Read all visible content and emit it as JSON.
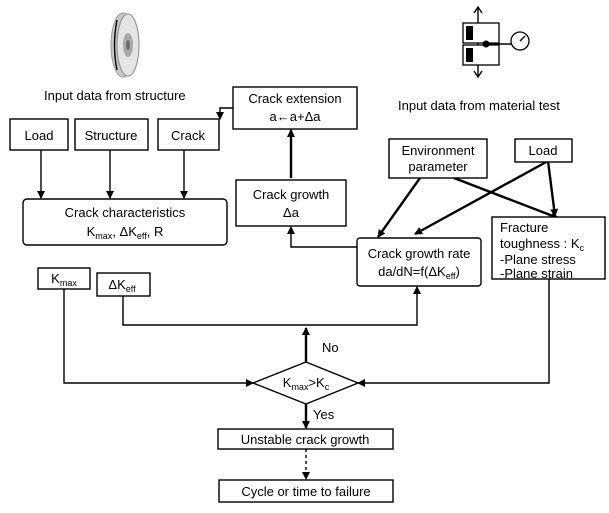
{
  "headings": {
    "structure": "Input data from structure",
    "material": "Input data from material test"
  },
  "boxes": {
    "load_left": "Load",
    "structure": "Structure",
    "crack": "Crack",
    "crack_characteristics": {
      "title": "Crack characteristics",
      "params": "K_max, ΔK_eff, R"
    },
    "crack_extension": {
      "title": "Crack extension",
      "formula": "a←a+Δa"
    },
    "crack_growth": {
      "title": "Crack growth",
      "formula": "Δa"
    },
    "environment": {
      "line1": "Environment",
      "line2": "parameter"
    },
    "load_right": "Load",
    "crack_growth_rate": {
      "title": "Crack growth rate",
      "formula": "da/dN=f(ΔK_eff)"
    },
    "fracture_toughness": {
      "line1": "Fracture",
      "line2": "toughness : K_c",
      "line3": "-Plane stress",
      "line4": "-Plane strain"
    },
    "kmax": "K_max",
    "delta_keff": "ΔK_eff",
    "decision": "K_max>K_c",
    "no": "No",
    "yes": "Yes",
    "unstable": "Unstable crack growth",
    "failure": "Cycle or time to failure"
  }
}
